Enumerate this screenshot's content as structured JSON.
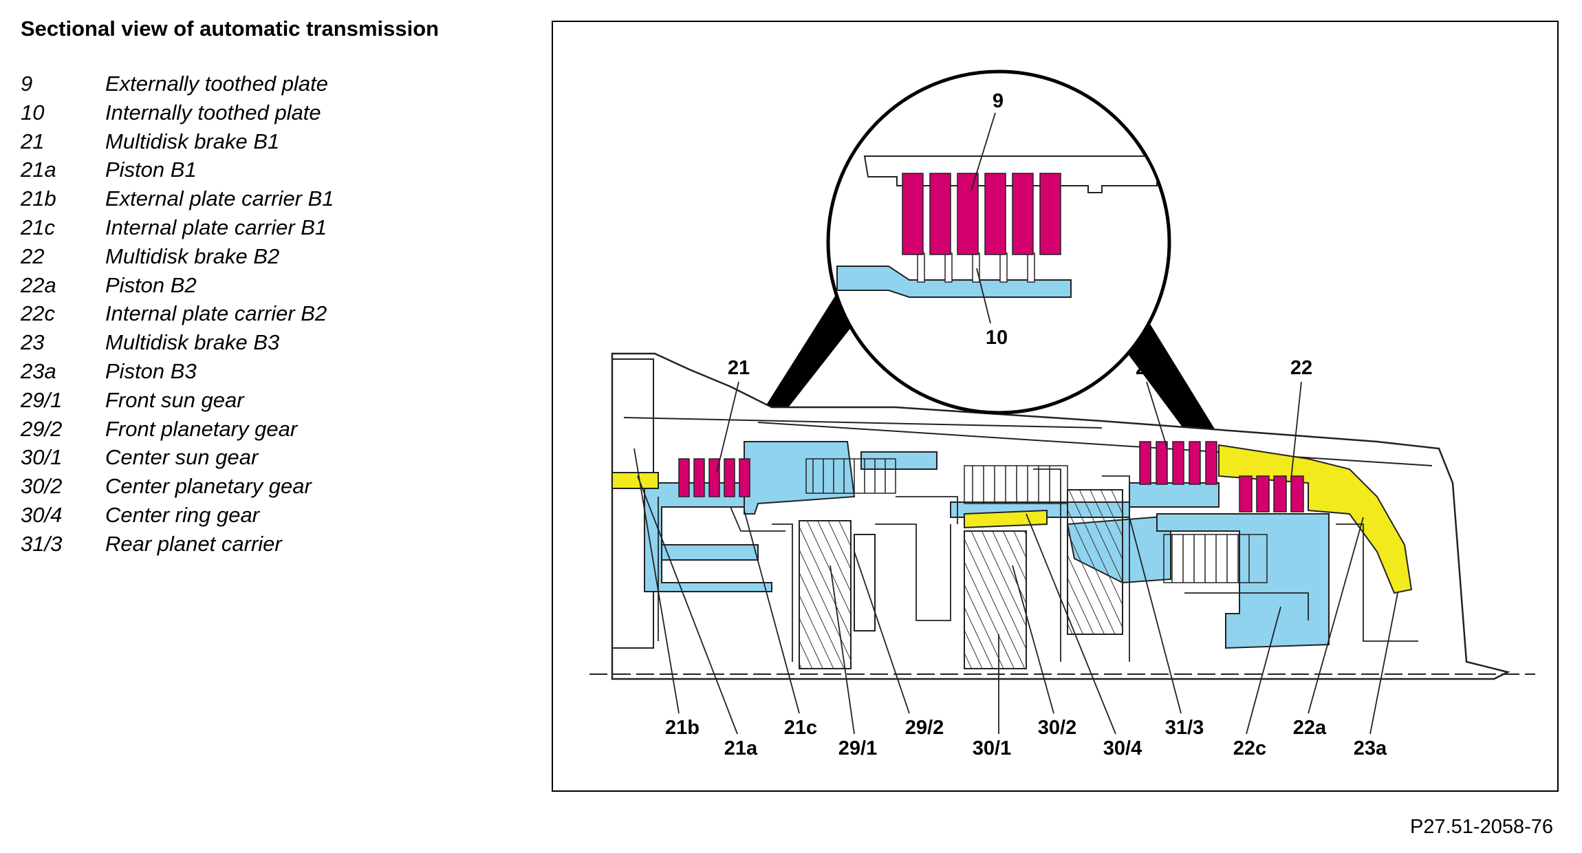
{
  "title": "Sectional view of automatic transmission",
  "legend": [
    {
      "num": "9",
      "desc": "Externally toothed plate"
    },
    {
      "num": "10",
      "desc": "Internally toothed plate"
    },
    {
      "num": "21",
      "desc": "Multidisk brake B1"
    },
    {
      "num": "21a",
      "desc": "Piston B1"
    },
    {
      "num": "21b",
      "desc": "External plate carrier B1"
    },
    {
      "num": "21c",
      "desc": "Internal plate carrier B1"
    },
    {
      "num": "22",
      "desc": "Multidisk brake B2"
    },
    {
      "num": "22a",
      "desc": "Piston B2"
    },
    {
      "num": "22c",
      "desc": "Internal plate carrier B2"
    },
    {
      "num": "23",
      "desc": "Multidisk brake B3"
    },
    {
      "num": "23a",
      "desc": "Piston B3"
    },
    {
      "num": "29/1",
      "desc": "Front sun gear"
    },
    {
      "num": "29/2",
      "desc": "Front planetary gear"
    },
    {
      "num": "30/1",
      "desc": "Center sun gear"
    },
    {
      "num": "30/2",
      "desc": "Center planetary gear"
    },
    {
      "num": "30/4",
      "desc": "Center ring gear"
    },
    {
      "num": "31/3",
      "desc": "Rear planet carrier"
    }
  ],
  "diagram": {
    "callouts": {
      "c9": "9",
      "c10": "10",
      "c21": "21",
      "c23": "23",
      "c22": "22",
      "c21b": "21b",
      "c21a": "21a",
      "c21c": "21c",
      "c29_1": "29/1",
      "c29_2": "29/2",
      "c30_1": "30/1",
      "c30_2": "30/2",
      "c30_4": "30/4",
      "c31_3": "31/3",
      "c22c": "22c",
      "c22a": "22a",
      "c23a": "23a"
    },
    "colors": {
      "plates": "#d4006e",
      "carrier": "#8fd3ef",
      "piston": "#f2ea1c",
      "outline": "#222222"
    }
  },
  "reference": "P27.51-2058-76"
}
